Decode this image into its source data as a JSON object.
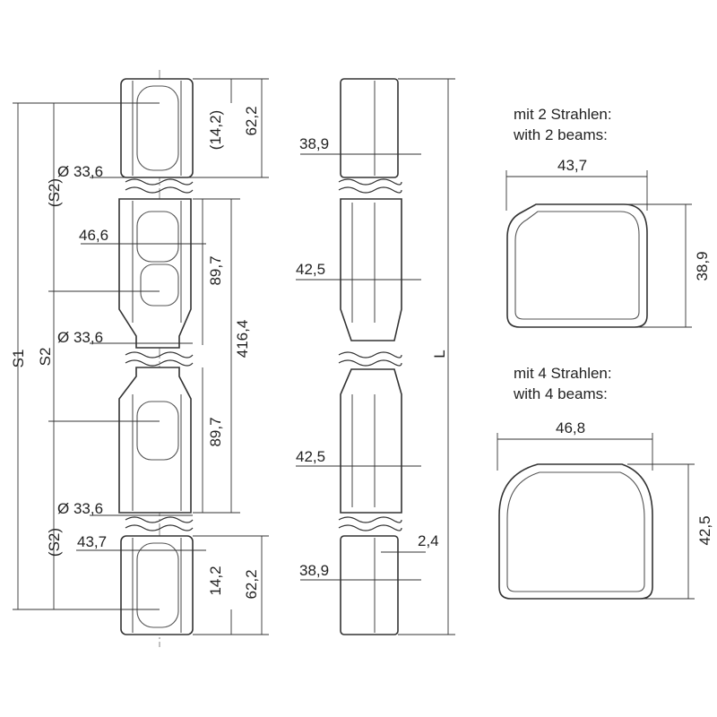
{
  "front_view": {
    "top_height_paren": "(14,2)",
    "top_length": "62,2",
    "diameter_top": "Ø 33,6",
    "width_middle": "46,6",
    "segment_length_1": "89,7",
    "diameter_middle": "Ø 33,6",
    "total_length": "416,4",
    "segment_length_2": "89,7",
    "diameter_bottom": "Ø 33,6",
    "width_bottom": "43,7",
    "bottom_height": "14,2",
    "bottom_length": "62,2",
    "s1": "S1",
    "s2": "S2",
    "s2_top": "(S2)",
    "s2_bottom": "(S2)"
  },
  "side_view": {
    "width_top": "38,9",
    "width_middle_1": "42,5",
    "length": "L",
    "width_middle_2": "42,5",
    "gap": "2,4",
    "width_bottom": "38,9"
  },
  "profile_2_beams": {
    "title_de": "mit 2 Strahlen:",
    "title_en": "with 2 beams:",
    "width": "43,7",
    "height": "38,9"
  },
  "profile_4_beams": {
    "title_de": "mit 4 Strahlen:",
    "title_en": "with 4 beams:",
    "width": "46,8",
    "height": "42,5"
  }
}
